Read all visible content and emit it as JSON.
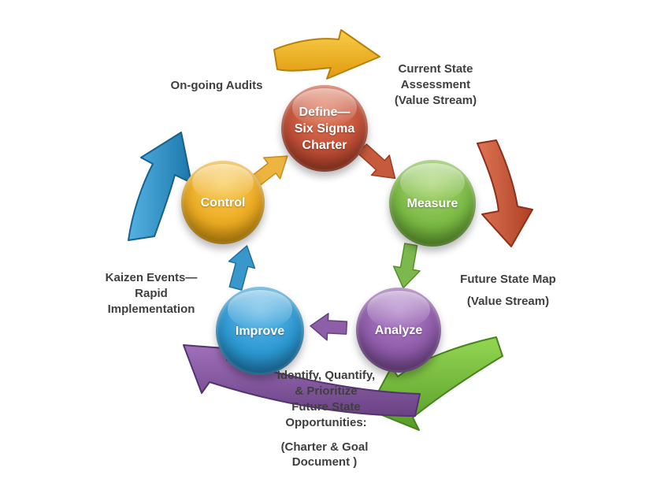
{
  "diagram": {
    "circles": [
      {
        "id": "define",
        "lines": [
          "Define—",
          "Six Sigma",
          "Charter"
        ],
        "color": "#c14f36"
      },
      {
        "id": "measure",
        "label": "Measure",
        "color": "#79b943"
      },
      {
        "id": "analyze",
        "label": "Analyze",
        "color": "#8e5ba9"
      },
      {
        "id": "improve",
        "label": "Improve",
        "color": "#2b97d1"
      },
      {
        "id": "control",
        "label": "Control",
        "color": "#ecab21"
      }
    ],
    "annotations": {
      "ongoing_audits": "On-going Audits",
      "current_state": [
        "Current State",
        "Assessment",
        "(Value Stream)"
      ],
      "future_state": [
        "Future State Map",
        "(Value Stream)"
      ],
      "kaizen": [
        "Kaizen Events—",
        "Rapid",
        "Implementation"
      ],
      "identify": [
        "Identify, Quantify,",
        "& Prioritize",
        "Future State",
        "Opportunities:"
      ],
      "charter_goal": [
        "(Charter & Goal",
        "Document )"
      ]
    },
    "outer_arrows": [
      {
        "name": "top-yellow-arrow",
        "color": "#efa91c",
        "direction": "right"
      },
      {
        "name": "right-red-arrow",
        "color": "#cd5b41",
        "direction": "down"
      },
      {
        "name": "bottom-right-green-arrow",
        "color": "#7dc142",
        "direction": "down-left"
      },
      {
        "name": "bottom-left-purple-arrow",
        "color": "#8a57a5",
        "direction": "up-left"
      },
      {
        "name": "left-blue-arrow",
        "color": "#2f9ad2",
        "direction": "up"
      }
    ],
    "connector_arrows": [
      {
        "name": "control-to-define",
        "color": "#eeb440"
      },
      {
        "name": "define-to-measure",
        "color": "#c65a3c"
      },
      {
        "name": "measure-to-analyze",
        "color": "#7cb84e"
      },
      {
        "name": "analyze-to-improve",
        "color": "#8d5fa8"
      },
      {
        "name": "improve-to-control",
        "color": "#3a97cc"
      }
    ]
  }
}
